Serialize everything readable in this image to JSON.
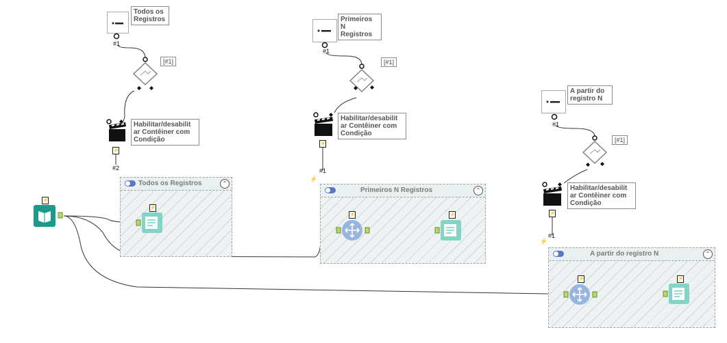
{
  "labels": {
    "input_all": "Todos os\nRegistros",
    "input_firstn": "Primeiros N\nRegistros",
    "input_fromn": "A partir do\nregistro N",
    "cond1": "Habilitar/desabilit\nar Contêiner com\nCondição",
    "cond2": "Habilitar/desabilit\nar Contêiner com\nCondição",
    "cond3": "Habilitar/desabilit\nar Contêiner com\nCondição"
  },
  "formula_tag": "[#1]",
  "anchors": {
    "a1": "#1",
    "a2": "#1",
    "a3": "#1",
    "b1": "#2",
    "b2": "#1",
    "b3": "#1"
  },
  "containers": {
    "all": {
      "title": "Todos os Registros"
    },
    "firstn": {
      "title": "Primeiros N Registros"
    },
    "fromn": {
      "title": "A partir do registro N"
    }
  },
  "icons": {
    "lightning": "⚡",
    "collapse": "⌃"
  },
  "colors": {
    "book": "#1a9a8a",
    "browse": "#6fd0c0",
    "select": "#8eaede",
    "anchor": "#b7d96b",
    "toggle": "#5b76c8"
  }
}
